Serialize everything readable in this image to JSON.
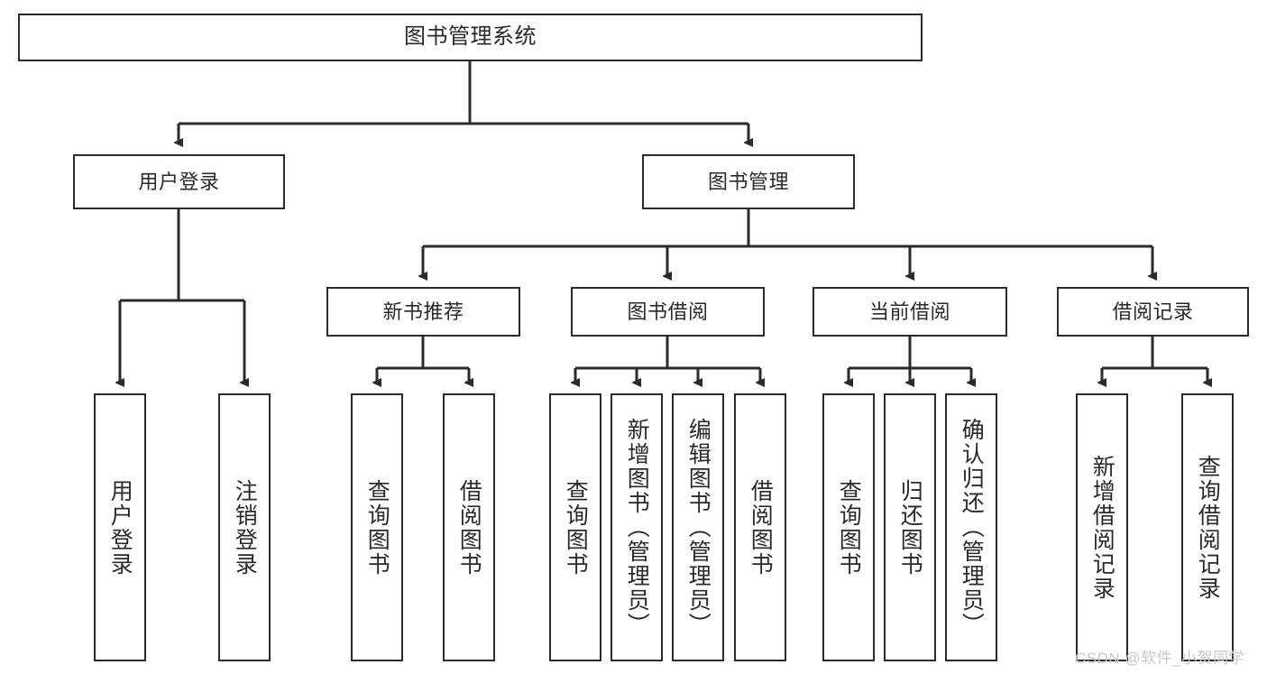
{
  "diagram": {
    "type": "tree-hierarchy-chart",
    "title": "图书管理系统",
    "colors": {
      "box_border": "#2b2b2b",
      "box_fill": "#ffffff",
      "text": "#2a2a2a",
      "connector": "#2b2b2b",
      "watermark": "#c9c9c9",
      "background": "#ffffff"
    },
    "nodes": {
      "root": {
        "label": "图书管理系统"
      },
      "level2": [
        {
          "label": "用户登录"
        },
        {
          "label": "图书管理"
        }
      ],
      "level3": [
        {
          "label": "新书推荐"
        },
        {
          "label": "图书借阅"
        },
        {
          "label": "当前借阅"
        },
        {
          "label": "借阅记录"
        }
      ],
      "leaves": {
        "user_login": [
          {
            "label": "用户登录"
          },
          {
            "label": "注销登录"
          }
        ],
        "new_book": [
          {
            "label": "查询图书"
          },
          {
            "label": "借阅图书"
          }
        ],
        "book_borrow": [
          {
            "label": "查询图书"
          },
          {
            "label": "新增图书（管理员）"
          },
          {
            "label": "编辑图书（管理员）"
          },
          {
            "label": "借阅图书"
          }
        ],
        "current_borrow": [
          {
            "label": "查询图书"
          },
          {
            "label": "归还图书"
          },
          {
            "label": "确认归还（管理员）"
          }
        ],
        "borrow_record": [
          {
            "label": "新增借阅记录"
          },
          {
            "label": "查询借阅记录"
          }
        ]
      }
    },
    "watermark": {
      "text": "CSDN @软件_小贺同学"
    }
  }
}
